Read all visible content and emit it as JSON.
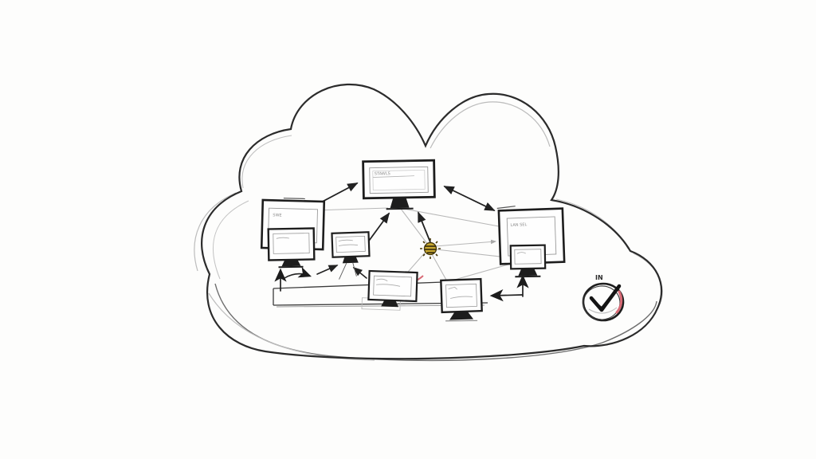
{
  "diagram": {
    "type": "hand-drawn sketch",
    "subject": "cloud network diagram with connected computer monitors, gear hub and checkmark",
    "labels": {
      "top_server": "STAWLS",
      "left_workstation": "SWE",
      "right_workstation": "LAN SEL",
      "checkmark_caption": "IN"
    },
    "colors": {
      "ink": "#2b2b2b",
      "sketch_light": "#b8b8b8",
      "accent_red": "#d96a75",
      "gear_yellow": "#c9a930",
      "background": "#fdfdfc"
    }
  }
}
